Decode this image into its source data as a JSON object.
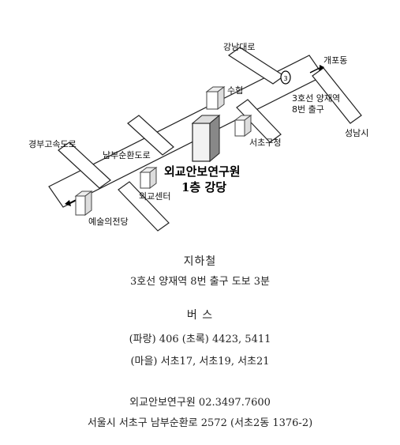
{
  "map": {
    "labels": {
      "gangnam_daero": "강남대로",
      "gaepo_dong": "개포동",
      "sucheop": "수협",
      "yangjae_station": "3호선 양재역",
      "exit8": "8번 출구",
      "seocho_office": "서초구청",
      "seongnam_si": "성남시",
      "gyeongbu_expressway": "경부고속도로",
      "nambu_sunhwan_road": "남부순환도로",
      "ifans_name": "외교안보연구원",
      "ifans_hall": "1층 강당",
      "diplomacy_center": "외교센터",
      "arts_center": "예술의전당"
    }
  },
  "directions": {
    "subway_title": "지하철",
    "subway_text": "3호선 양재역 8번 출구 도보 3분",
    "bus_title": "버 스",
    "bus_blue": "(파랑) 406  (초록) 4423, 5411",
    "bus_village": "(마을) 서초17, 서초19, 서초21"
  },
  "contact": {
    "org_phone": "외교안보연구원  02.3497.7600",
    "address": "서울시 서초구 남부순환로 2572 (서초2동 1376-2)"
  }
}
